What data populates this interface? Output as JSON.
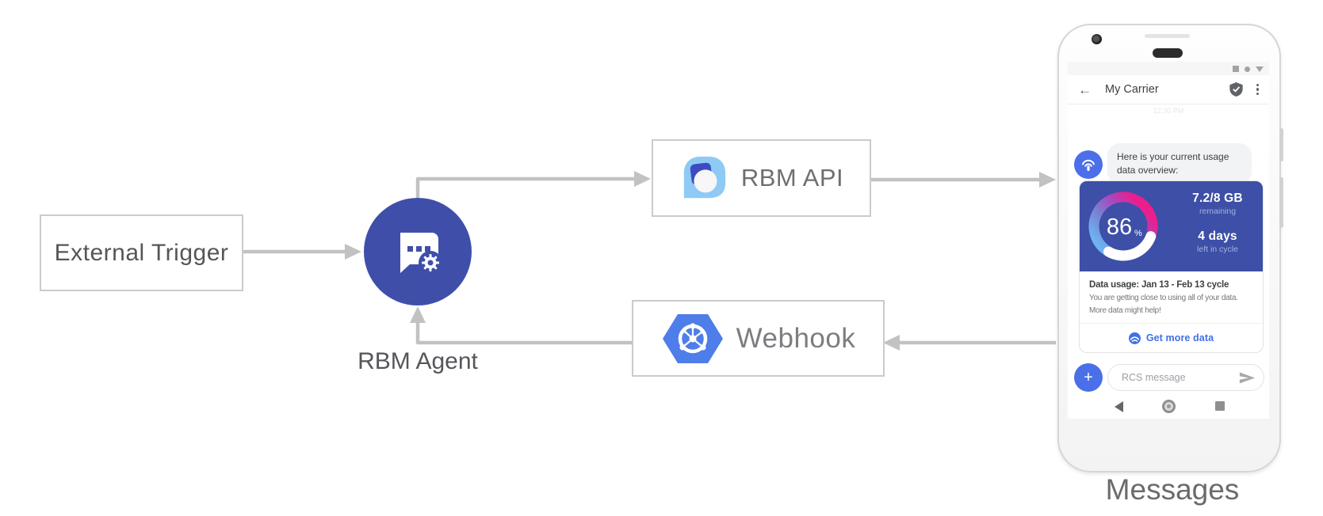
{
  "diagram": {
    "nodes": {
      "external_trigger": "External Trigger",
      "rbm_agent": "RBM Agent",
      "rbm_api": "RBM API",
      "webhook": "Webhook"
    },
    "phone_caption": "Messages"
  },
  "phone": {
    "header": {
      "title": "My Carrier"
    },
    "timestamp": "12:30 PM",
    "chat": {
      "agent_message_lines": [
        "Here is your current usage",
        "data overview:"
      ]
    },
    "usage_card": {
      "percent": "86",
      "percent_unit": "%",
      "remaining_value": "7.2/8 GB",
      "remaining_label": "remaining",
      "days_value": "4 days",
      "days_label": "left in cycle",
      "title": "Data usage: Jan 13 - Feb 13 cycle",
      "body_lines": [
        "You are getting close to using all of your data.",
        "More data might help!"
      ],
      "link_label": "Get more data"
    },
    "compose": {
      "plus_label": "+",
      "placeholder": "RCS message"
    }
  },
  "colors": {
    "indigo": "#3d4fa6",
    "accent_blue": "#4a6fe8",
    "link_blue": "#4170e4",
    "hexagon_blue": "#4f7de9",
    "logo_light_blue": "#8ecaf4",
    "arrow_gray": "#c2c2c2",
    "gauge_gradient": [
      "#6db3f2",
      "#7b7fd0",
      "#a44bbf",
      "#ea1e8c"
    ]
  }
}
